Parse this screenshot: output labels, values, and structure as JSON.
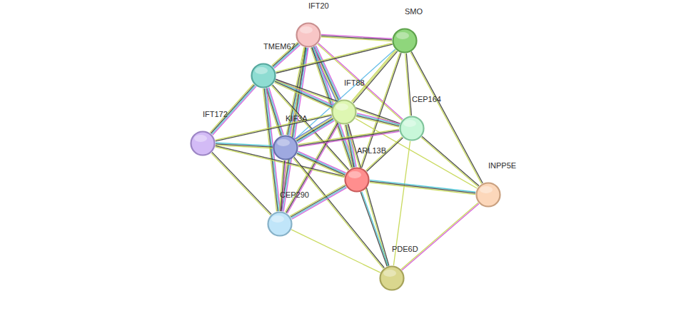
{
  "diagram": {
    "nodes": [
      {
        "text": [
          "IFT20"
        ]
      },
      {
        "text": [
          "SMO"
        ]
      },
      {
        "text": [
          "TMEM67"
        ]
      },
      {
        "text": [
          "IFT88"
        ]
      },
      {
        "text": [
          "CEP164"
        ]
      },
      {
        "text": [
          "IFT172"
        ]
      },
      {
        "text": [
          "KIF3A"
        ]
      },
      {
        "text": [
          "ARL13B"
        ]
      },
      {
        "text": [
          "INPP5E"
        ]
      },
      {
        "text": [
          "CEP290"
        ]
      },
      {
        "text": [
          "PDE6D"
        ]
      }
    ],
    "edges": [
      {
        "from": 0,
        "to": 1,
        "arrow": "none"
      },
      {
        "from": 0,
        "to": 2,
        "arrow": "none"
      },
      {
        "from": 0,
        "to": 3,
        "arrow": "none"
      },
      {
        "from": 0,
        "to": 6,
        "arrow": "none"
      },
      {
        "from": 0,
        "to": 7,
        "arrow": "none"
      },
      {
        "from": 0,
        "to": 4,
        "arrow": "none"
      },
      {
        "from": 0,
        "to": 9,
        "arrow": "none"
      },
      {
        "from": 1,
        "to": 2,
        "arrow": "none"
      },
      {
        "from": 1,
        "to": 3,
        "arrow": "none"
      },
      {
        "from": 1,
        "to": 6,
        "arrow": "none"
      },
      {
        "from": 1,
        "to": 7,
        "arrow": "none"
      },
      {
        "from": 1,
        "to": 4,
        "arrow": "none"
      },
      {
        "from": 1,
        "to": 8,
        "arrow": "none"
      },
      {
        "from": 2,
        "to": 5,
        "arrow": "none"
      },
      {
        "from": 2,
        "to": 3,
        "arrow": "none"
      },
      {
        "from": 2,
        "to": 6,
        "arrow": "none"
      },
      {
        "from": 2,
        "to": 7,
        "arrow": "none"
      },
      {
        "from": 2,
        "to": 9,
        "arrow": "none"
      },
      {
        "from": 2,
        "to": 4,
        "arrow": "none"
      },
      {
        "from": 3,
        "to": 5,
        "arrow": "none"
      },
      {
        "from": 3,
        "to": 6,
        "arrow": "none"
      },
      {
        "from": 3,
        "to": 7,
        "arrow": "none"
      },
      {
        "from": 3,
        "to": 4,
        "arrow": "none"
      },
      {
        "from": 3,
        "to": 9,
        "arrow": "none"
      },
      {
        "from": 3,
        "to": 8,
        "arrow": "none"
      },
      {
        "from": 3,
        "to": 10,
        "arrow": "none"
      },
      {
        "from": 4,
        "to": 6,
        "arrow": "none"
      },
      {
        "from": 4,
        "to": 7,
        "arrow": "none"
      },
      {
        "from": 4,
        "to": 8,
        "arrow": "none"
      },
      {
        "from": 4,
        "to": 10,
        "arrow": "none"
      },
      {
        "from": 5,
        "to": 6,
        "arrow": "none"
      },
      {
        "from": 5,
        "to": 7,
        "arrow": "none"
      },
      {
        "from": 5,
        "to": 9,
        "arrow": "none"
      },
      {
        "from": 6,
        "to": 7,
        "arrow": "none"
      },
      {
        "from": 6,
        "to": 9,
        "arrow": "none"
      },
      {
        "from": 6,
        "to": 10,
        "arrow": "none"
      },
      {
        "from": 7,
        "to": 9,
        "arrow": "none"
      },
      {
        "from": 7,
        "to": 8,
        "arrow": "none"
      },
      {
        "from": 7,
        "to": 10,
        "arrow": "none"
      },
      {
        "from": 8,
        "to": 10,
        "arrow": "none"
      },
      {
        "from": 9,
        "to": 10,
        "arrow": "none"
      }
    ]
  }
}
